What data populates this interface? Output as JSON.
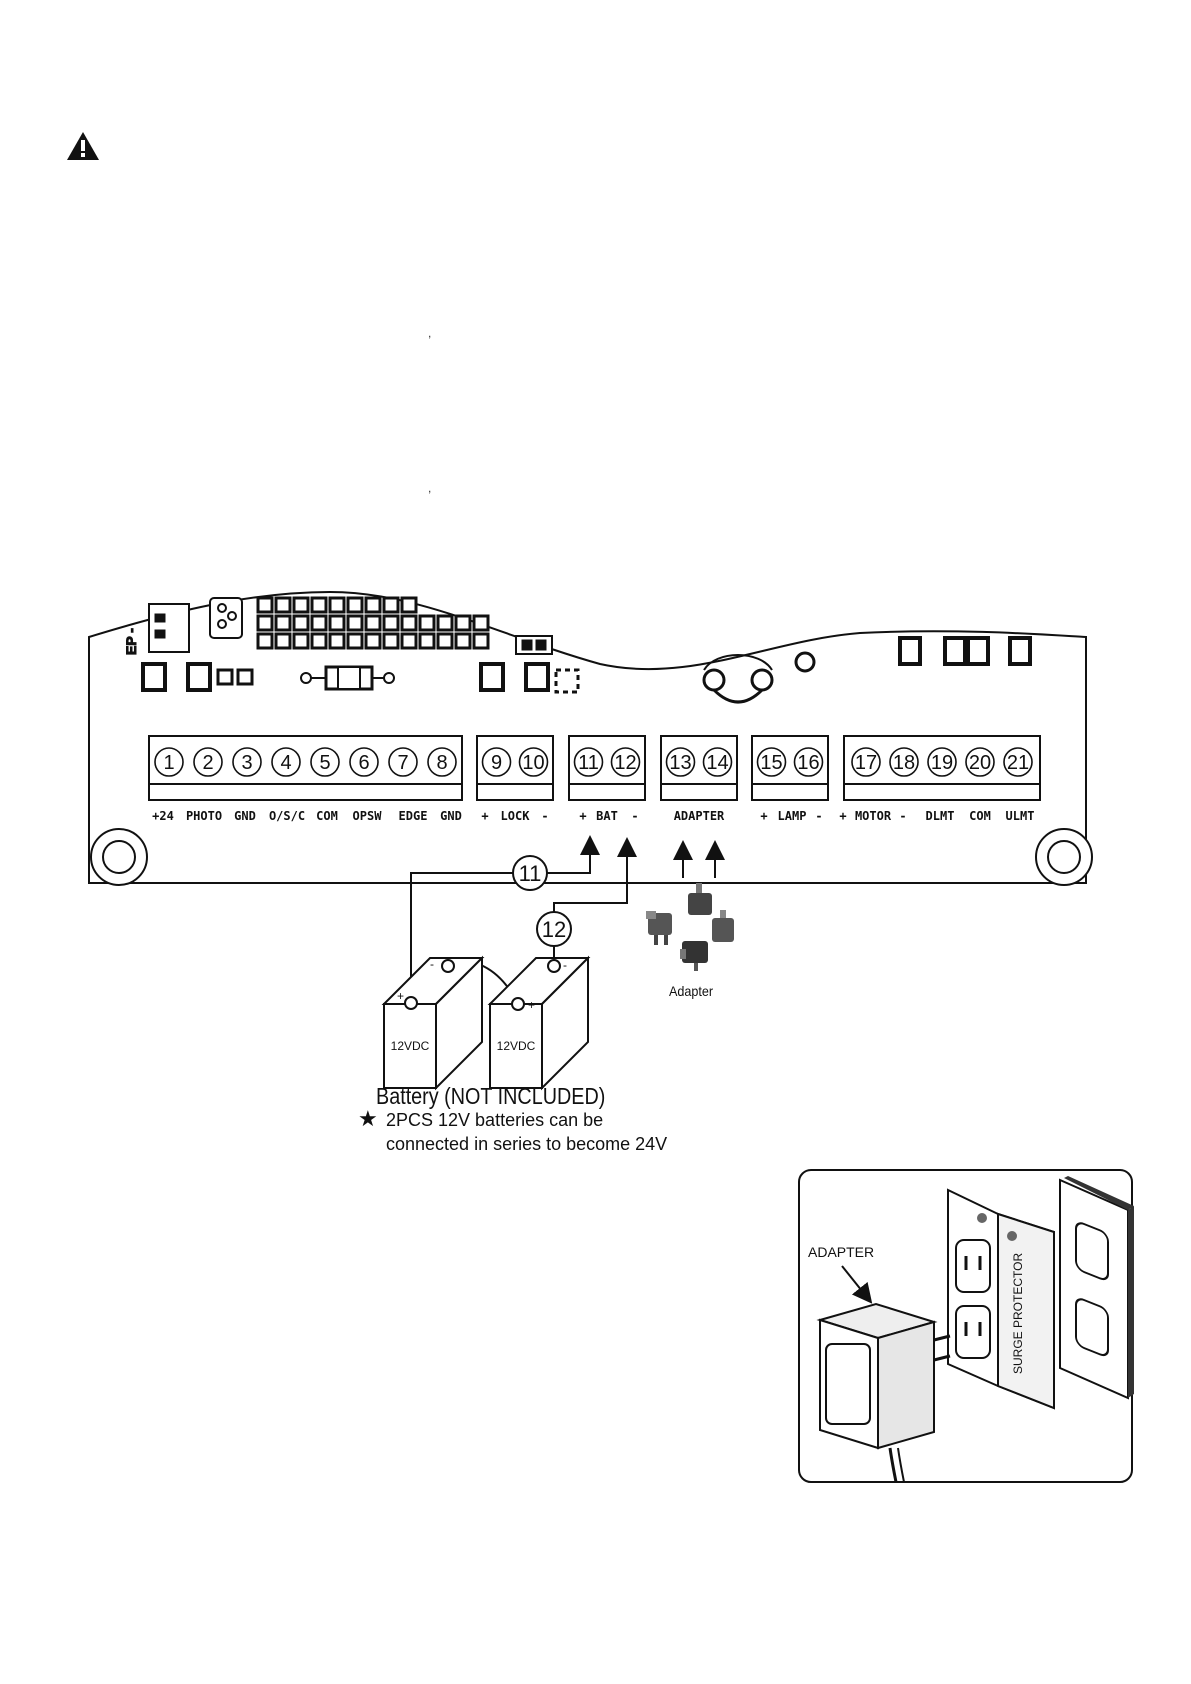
{
  "terminal_blocks": [
    {
      "numbers": [
        "1",
        "2",
        "3",
        "4",
        "5",
        "6",
        "7",
        "8"
      ],
      "labels": [
        "+24",
        "PHOTO",
        "GND",
        "O/S/C",
        "COM",
        "OPSW",
        "EDGE",
        "GND"
      ]
    },
    {
      "numbers": [
        "9",
        "10"
      ],
      "labels": [
        "+",
        "LOCK",
        "-"
      ]
    },
    {
      "numbers": [
        "11",
        "12"
      ],
      "labels": [
        "+",
        "BAT",
        "-"
      ]
    },
    {
      "numbers": [
        "13",
        "14"
      ],
      "labels": [
        "ADAPTER"
      ]
    },
    {
      "numbers": [
        "15",
        "16"
      ],
      "labels": [
        "+",
        "LAMP",
        "-"
      ]
    },
    {
      "numbers": [
        "17",
        "18",
        "19",
        "20",
        "21"
      ],
      "labels": [
        "+",
        "MOTOR",
        "-",
        "DLMT",
        "COM",
        "ULMT"
      ]
    }
  ],
  "callouts": [
    "11",
    "12"
  ],
  "batteries": [
    {
      "rating": "12VDC",
      "plus": "+",
      "minus": "-"
    },
    {
      "rating": "12VDC",
      "plus": "+",
      "minus": "-"
    }
  ],
  "battery_caption": "Battery (NOT INCLUDED)",
  "note": {
    "line1": "2PCS 12V batteries can be",
    "line2": "connected in series to become 24V"
  },
  "adapter_caption": "Adapter",
  "inset": {
    "adapter_label": "ADAPTER",
    "surge_label": "SURGE PROTECTOR"
  },
  "board_fragment_label": "EP -",
  "colors": {
    "ink": "#111111",
    "paper": "#ffffff",
    "shade": "#d9d9d9"
  }
}
